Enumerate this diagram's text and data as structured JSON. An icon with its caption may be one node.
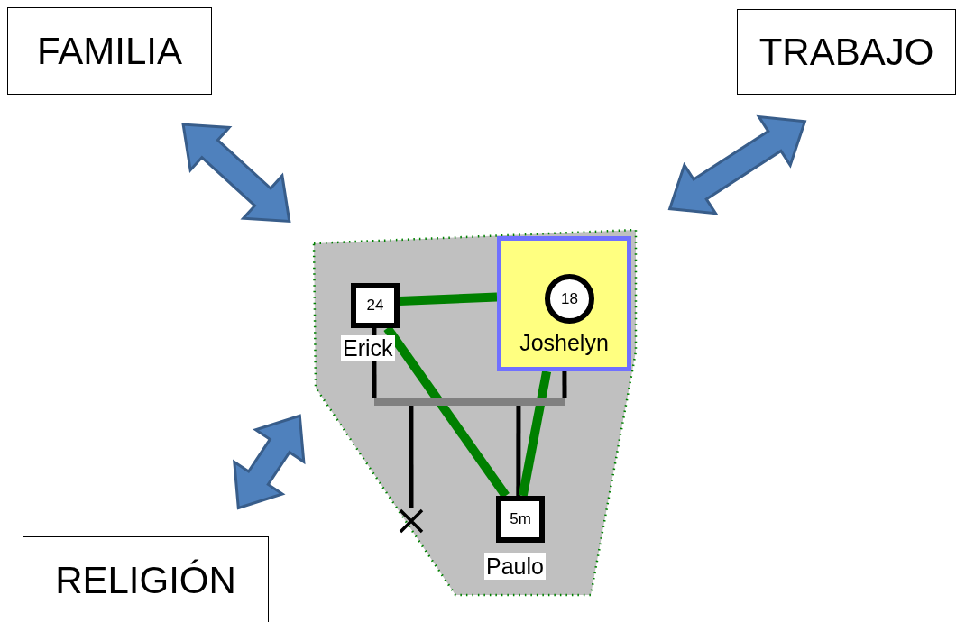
{
  "diagram": {
    "nodes": [
      {
        "text": [
          "FAMILIA"
        ]
      },
      {
        "text": [
          "TRABAJO"
        ]
      },
      {
        "text": [
          "RELIGIÓN"
        ]
      },
      {
        "text": [],
        "shape": "box"
      },
      {
        "text": [
          "24"
        ],
        "beside": [
          "Erick"
        ],
        "in": 3
      },
      {
        "text": [
          "Joshelyn"
        ],
        "in": 3
      },
      {
        "text": [
          "18"
        ],
        "in": 5
      },
      {
        "text": [],
        "shape": "bar",
        "in": 3
      },
      {
        "text": [],
        "shape": "cross",
        "in": 3
      },
      {
        "text": [
          "5m"
        ],
        "beside": [
          "Paulo"
        ],
        "in": 3
      }
    ],
    "edges": [
      {
        "from": 0,
        "to": 3,
        "arrow": "both",
        "style": "thick",
        "color": "#4f81bd"
      },
      {
        "from": 1,
        "to": 3,
        "arrow": "both",
        "style": "thick",
        "color": "#4f81bd"
      },
      {
        "from": 2,
        "to": 3,
        "arrow": "both",
        "style": "thick",
        "color": "#4f81bd"
      },
      {
        "from": 4,
        "to": 7,
        "arrow": "none"
      },
      {
        "from": 5,
        "to": 7,
        "arrow": "none"
      },
      {
        "from": 7,
        "to": 8,
        "arrow": "none"
      },
      {
        "from": 7,
        "to": 9,
        "arrow": "none"
      },
      {
        "from": 4,
        "to": 5,
        "arrow": "none",
        "style": "thick",
        "color": "#008000"
      },
      {
        "from": 4,
        "to": 9,
        "arrow": "none",
        "style": "thick",
        "color": "#008000"
      },
      {
        "from": 5,
        "to": 9,
        "arrow": "none",
        "style": "thick",
        "color": "#008000"
      }
    ]
  }
}
